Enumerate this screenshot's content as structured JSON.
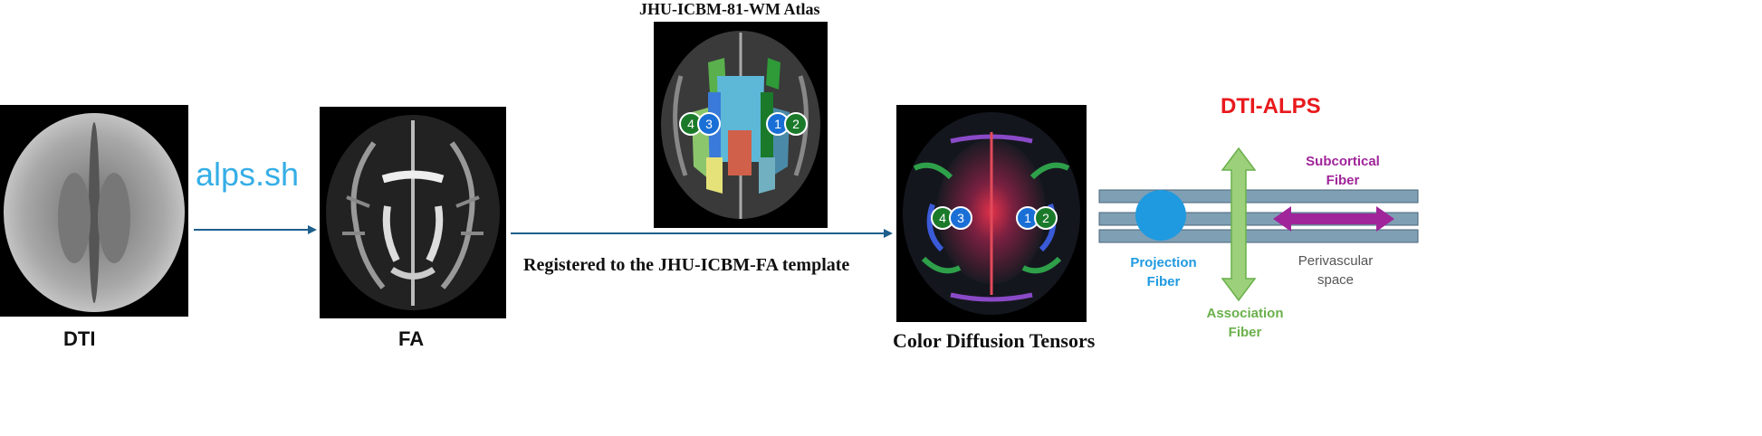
{
  "labels": {
    "dti": "DTI",
    "fa": "FA",
    "atlas_title": "JHU-ICBM-81-WM Atlas",
    "color_tensors": "Color Diffusion Tensors",
    "script": "alps.sh",
    "registered": "Registered to the JHU-ICBM-FA template"
  },
  "schematic": {
    "title": "DTI-ALPS",
    "subcortical": "Subcortical\nFiber",
    "projection": "Projection\nFiber",
    "perivascular": "Perivascular\nspace",
    "association": "Association\nFiber"
  },
  "markers": [
    "4",
    "3",
    "1",
    "2"
  ],
  "colors": {
    "arrow": "#1e5f8c",
    "script_text": "#35aee6",
    "title_red": "#e8191c",
    "projection_blue": "#1f9ae0",
    "association_green": "#6ab04c",
    "subcortical_purple": "#a0259a",
    "tube": "#7f9fb5"
  }
}
